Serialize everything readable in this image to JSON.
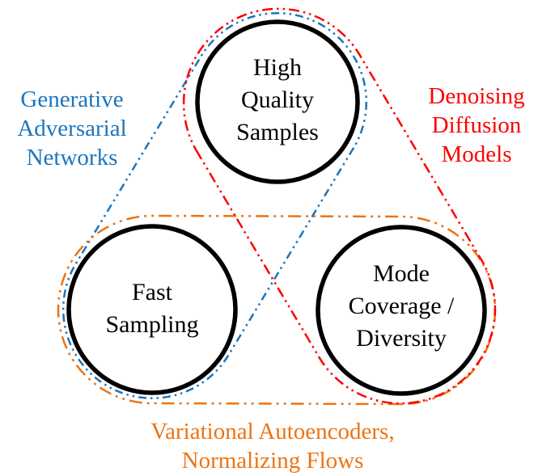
{
  "figure": {
    "description": "Generative learning trilemma diagram: three requirement circles, each pair enclosed by a dash-dot-dot loop for a model family",
    "background_color": "#ffffff",
    "node_outline_color": "#000000",
    "node_text_color": "#000000",
    "nodes": [
      {
        "name": "high-quality-samples",
        "lines": [
          "High",
          "Quality",
          "Samples"
        ]
      },
      {
        "name": "fast-sampling",
        "lines": [
          "Fast",
          "Sampling"
        ]
      },
      {
        "name": "mode-coverage-diversity",
        "lines": [
          "Mode",
          "Coverage /",
          "Diversity"
        ]
      }
    ],
    "families": [
      {
        "name": "generative-adversarial-networks",
        "lines": [
          "Generative",
          "Adversarial",
          "Networks"
        ],
        "color": "#1c75bc",
        "encircles": [
          "High Quality Samples",
          "Fast Sampling"
        ]
      },
      {
        "name": "denoising-diffusion-models",
        "lines": [
          "Denoising",
          "Diffusion",
          "Models"
        ],
        "color": "#fe0000",
        "encircles": [
          "High Quality Samples",
          "Mode Coverage / Diversity"
        ]
      },
      {
        "name": "variational-autoencoders-normalizing-flows",
        "lines": [
          "Variational Autoencoders,",
          "Normalizing Flows"
        ],
        "color": "#ec7413",
        "encircles": [
          "Fast Sampling",
          "Mode Coverage / Diversity"
        ]
      }
    ]
  }
}
